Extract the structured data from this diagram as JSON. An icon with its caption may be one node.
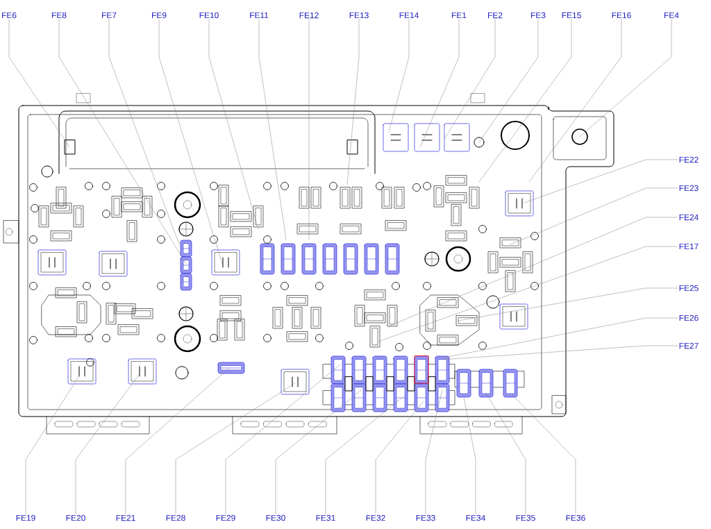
{
  "diagram": {
    "nodes": [
      {
        "text": [
          "FE6"
        ]
      },
      {
        "text": [
          "FE8"
        ]
      },
      {
        "text": [
          "FE7"
        ]
      },
      {
        "text": [
          "FE9"
        ]
      },
      {
        "text": [
          "FE10"
        ]
      },
      {
        "text": [
          "FE11"
        ]
      },
      {
        "text": [
          "FE12"
        ]
      },
      {
        "text": [
          "FE13"
        ]
      },
      {
        "text": [
          "FE14"
        ]
      },
      {
        "text": [
          "FE1"
        ]
      },
      {
        "text": [
          "FE2"
        ]
      },
      {
        "text": [
          "FE3"
        ]
      },
      {
        "text": [
          "FE15"
        ]
      },
      {
        "text": [
          "FE16"
        ]
      },
      {
        "text": [
          "FE4"
        ]
      },
      {
        "text": [
          "FE22"
        ]
      },
      {
        "text": [
          "FE23"
        ]
      },
      {
        "text": [
          "FE24"
        ]
      },
      {
        "text": [
          "FE17"
        ]
      },
      {
        "text": [
          "FE25"
        ]
      },
      {
        "text": [
          "FE26"
        ]
      },
      {
        "text": [
          "FE27"
        ]
      },
      {
        "text": [
          "FE19"
        ]
      },
      {
        "text": [
          "FE20"
        ]
      },
      {
        "text": [
          "FE21"
        ]
      },
      {
        "text": [
          "FE28"
        ]
      },
      {
        "text": [
          "FE29"
        ]
      },
      {
        "text": [
          "FE30"
        ]
      },
      {
        "text": [
          "FE31"
        ]
      },
      {
        "text": [
          "FE32"
        ]
      },
      {
        "text": [
          "FE33"
        ]
      },
      {
        "text": [
          "FE34"
        ]
      },
      {
        "text": [
          "FE35"
        ]
      },
      {
        "text": [
          "FE36"
        ]
      }
    ],
    "edges": [
      {
        "from": 0,
        "to": null,
        "arrow": "none"
      },
      {
        "from": 1,
        "to": null,
        "arrow": "none"
      },
      {
        "from": 2,
        "to": null,
        "arrow": "none"
      },
      {
        "from": 3,
        "to": null,
        "arrow": "none"
      },
      {
        "from": 4,
        "to": null,
        "arrow": "none"
      },
      {
        "from": 5,
        "to": null,
        "arrow": "none"
      },
      {
        "from": 6,
        "to": null,
        "arrow": "none"
      },
      {
        "from": 7,
        "to": null,
        "arrow": "none"
      },
      {
        "from": 8,
        "to": null,
        "arrow": "none"
      },
      {
        "from": 9,
        "to": null,
        "arrow": "none"
      },
      {
        "from": 10,
        "to": null,
        "arrow": "none"
      },
      {
        "from": 11,
        "to": null,
        "arrow": "none"
      },
      {
        "from": 12,
        "to": null,
        "arrow": "none"
      },
      {
        "from": 13,
        "to": null,
        "arrow": "none"
      },
      {
        "from": 14,
        "to": null,
        "arrow": "none"
      },
      {
        "from": 15,
        "to": null,
        "arrow": "none"
      },
      {
        "from": 16,
        "to": null,
        "arrow": "none"
      },
      {
        "from": 17,
        "to": null,
        "arrow": "none"
      },
      {
        "from": 18,
        "to": null,
        "arrow": "none"
      },
      {
        "from": 19,
        "to": null,
        "arrow": "none"
      },
      {
        "from": 20,
        "to": null,
        "arrow": "none"
      },
      {
        "from": 21,
        "to": null,
        "arrow": "none"
      },
      {
        "from": 22,
        "to": null,
        "arrow": "none"
      },
      {
        "from": 23,
        "to": null,
        "arrow": "none"
      },
      {
        "from": 24,
        "to": null,
        "arrow": "none"
      },
      {
        "from": 25,
        "to": null,
        "arrow": "none"
      },
      {
        "from": 26,
        "to": null,
        "arrow": "none"
      },
      {
        "from": 27,
        "to": null,
        "arrow": "none"
      },
      {
        "from": 28,
        "to": null,
        "arrow": "none"
      },
      {
        "from": 29,
        "to": null,
        "arrow": "none"
      },
      {
        "from": 30,
        "to": null,
        "arrow": "none"
      },
      {
        "from": 31,
        "to": null,
        "arrow": "none"
      },
      {
        "from": 32,
        "to": null,
        "arrow": "none"
      },
      {
        "from": 33,
        "to": null,
        "arrow": "none"
      }
    ]
  }
}
